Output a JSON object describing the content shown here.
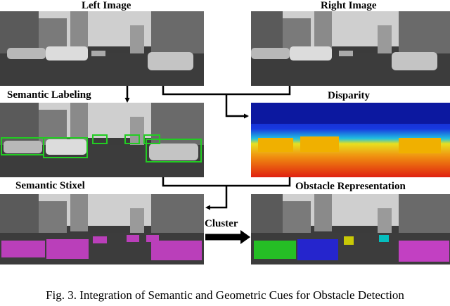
{
  "labels": {
    "left_image": "Left Image",
    "right_image": "Right Image",
    "semantic_labeling": "Semantic Labeling",
    "disparity": "Disparity",
    "semantic_stixel": "Semantic Stixel",
    "obstacle_representation": "Obstacle Representation",
    "cluster": "Cluster"
  },
  "caption": "Fig. 3. Integration of Semantic and Geometric Cues for Obstacle Detection",
  "colors": {
    "detection_box": "#22cc22",
    "stixel_magenta": "#d040d0",
    "cluster_green": "#22cc22",
    "cluster_blue": "#2222dd",
    "cluster_yellow": "#d8d800",
    "cluster_cyan": "#00cccc",
    "cluster_magenta": "#d040d0"
  }
}
